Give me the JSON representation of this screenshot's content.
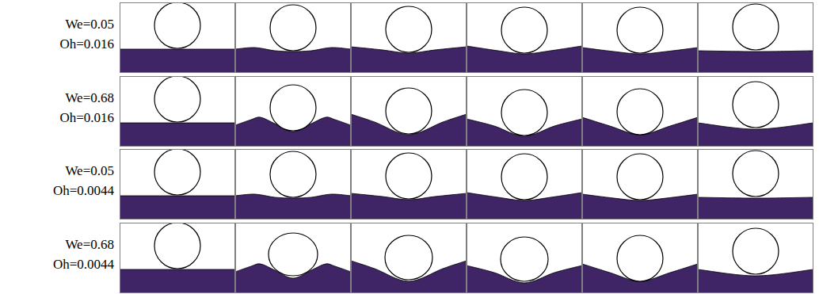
{
  "diagram": {
    "labels": [
      "We=0.05",
      "Oh=0.016",
      "We=0.68",
      "Oh=0.016",
      "We=0.05",
      "Oh=0.0044",
      "We=0.68",
      "Oh=0.0044"
    ]
  }
}
